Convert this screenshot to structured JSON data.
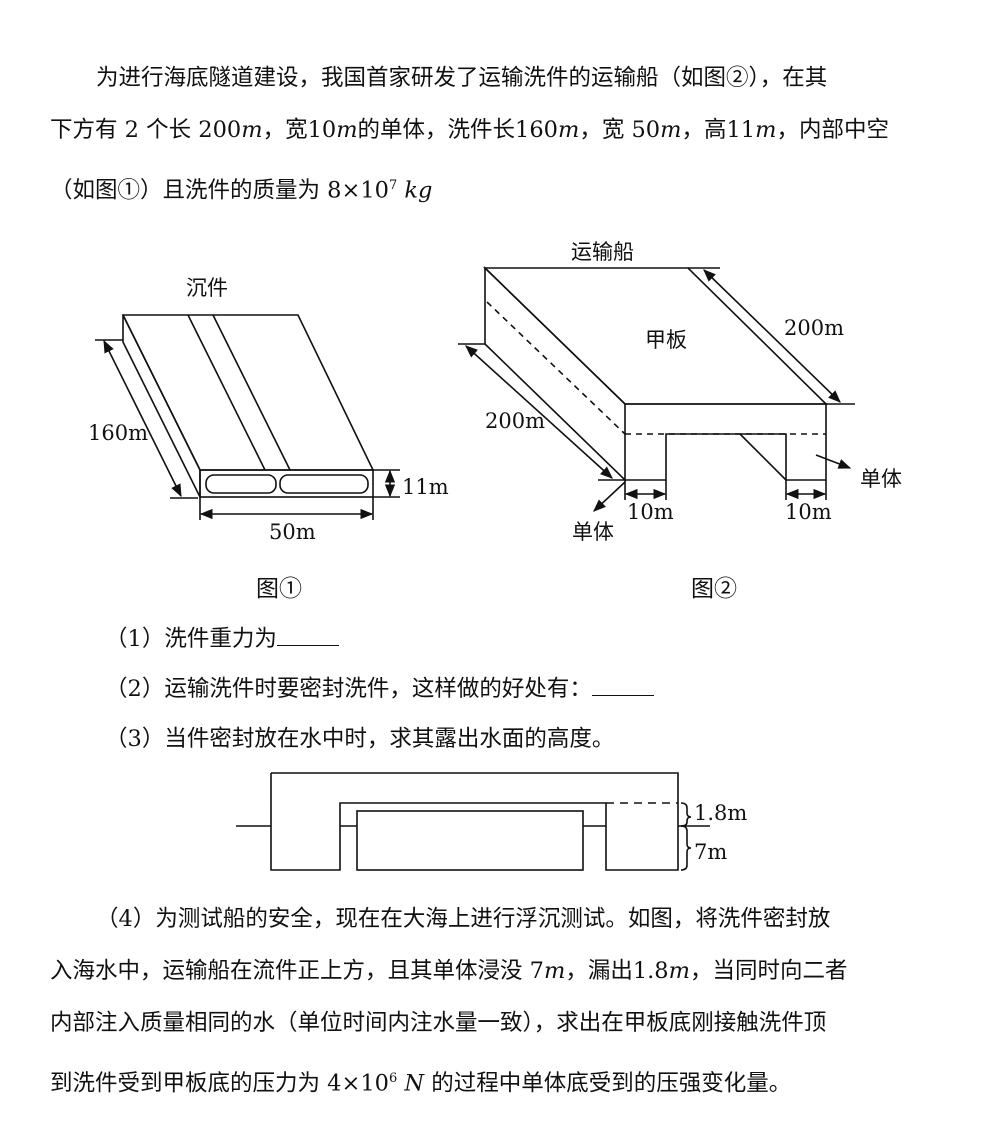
{
  "intro": {
    "line1": "为进行海底隧道建设，我国首家研发了运输洗件的运输船（如图②），在其",
    "line2_pre": "下方有 2 个长 200",
    "line2_m1": "m",
    "line2_a": "，宽10",
    "line2_m2": "m",
    "line2_b": "的单体，洗件长160",
    "line2_m3": "m",
    "line2_c": "，宽 50",
    "line2_m4": "m",
    "line2_d": "，高11",
    "line2_m5": "m",
    "line2_e": "，内部中空",
    "line3_pre": "（如图①）且洗件的质量为 8×10",
    "line3_exp": "7",
    "line3_unit": " kg"
  },
  "figure1": {
    "title": "沉件",
    "length_label": "160m",
    "height_label": "11m",
    "width_label": "50m",
    "caption": "图①"
  },
  "figure2": {
    "title": "运输船",
    "deck_label": "甲板",
    "right_length_label": "200m",
    "left_length_label": "200m",
    "hull_left_label": "单体",
    "hull_right_label": "单体",
    "width_left_label": "10m",
    "width_right_label": "10m",
    "caption": "图②"
  },
  "questions": {
    "q1": "（1）洗件重力为",
    "q2": "（2）运输洗件时要密封洗件，这样做的好处有：",
    "q3": "（3）当件密封放在水中时，求其露出水面的高度。"
  },
  "figure3": {
    "label_top": "1.8m",
    "label_bottom": "7m"
  },
  "q4": {
    "line1": "（4）为测试船的安全，现在在大海上进行浮沉测试。如图，将洗件密封放",
    "line2_pre": "入海水中，运输船在流件正上方，且其单体浸没 7",
    "line2_m1": "m",
    "line2_a": "，漏出1.8",
    "line2_m2": "m",
    "line2_b": "，当同时向二者",
    "line3": "内部注入质量相同的水（单位时间内注水量一致），求出在甲板底刚接触洗件顶",
    "line4_pre": "到洗件受到甲板底的压力为 4×10",
    "line4_exp": "6",
    "line4_unit": " N",
    "line4_post": " 的过程中单体底受到的压强变化量。"
  }
}
